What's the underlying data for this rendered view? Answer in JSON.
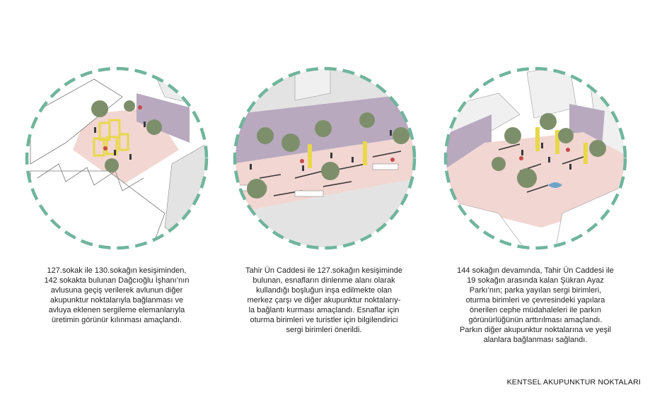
{
  "captions": [
    {
      "lines": [
        "127.sokak ile 130.sokağın kesişiminden,",
        "142 sokakta bulunan Dağcıoğlu İşhanı’nın",
        "avlusuna geçiş verilerek avlunun diğer",
        "akupunktur noktalarıyla bağlanması ve",
        "avluya eklenen sergileme elemanlarıyla",
        "üretimin görünür kılınması amaçlandı."
      ]
    },
    {
      "lines": [
        "Tahir Ün Caddesi ile 127.sokağın kesişiminde",
        "bulunan, esnafların dinlenme alanı olarak",
        "kullandığı boşluğun inşa edilmekte olan",
        "merkez çarşı ve diğer akupunktur noktalarıy-",
        "la bağlantı kurması amaçlandı. Esnaflar için",
        "oturma birimleri ve turistler için bilgilendirici",
        "sergi birimleri önerildi."
      ]
    },
    {
      "lines": [
        "144 sokağın devamında, Tahir Ün Caddesi ile",
        "19 sokağın arasında kalan Şükran Ayaz",
        "Parkı’nın;  parka yayılan sergi birimleri,",
        "oturma birimleri ve çevresindeki yapılara",
        "önerilen cephe müdahaleleri ile parkın",
        "görünürlüğünün arttırılması amaçlandı.",
        "Parkın diğer akupunktur noktalarına ve yeşil",
        "alanlara bağlanması sağlandı."
      ]
    }
  ],
  "footer": {
    "title": "KENTSEL AKUPUNKTUR NOKTALARI"
  },
  "colors": {
    "ring": "#6fb59c",
    "ground_pink": "#f2d6d2",
    "wall_purple": "#b8a9bf",
    "tree_green": "#7d8f6a",
    "exhibit_yellow": "#e8d84a",
    "building_white": "#ffffff",
    "building_grey": "#e3e3e3",
    "line": "#555555"
  }
}
